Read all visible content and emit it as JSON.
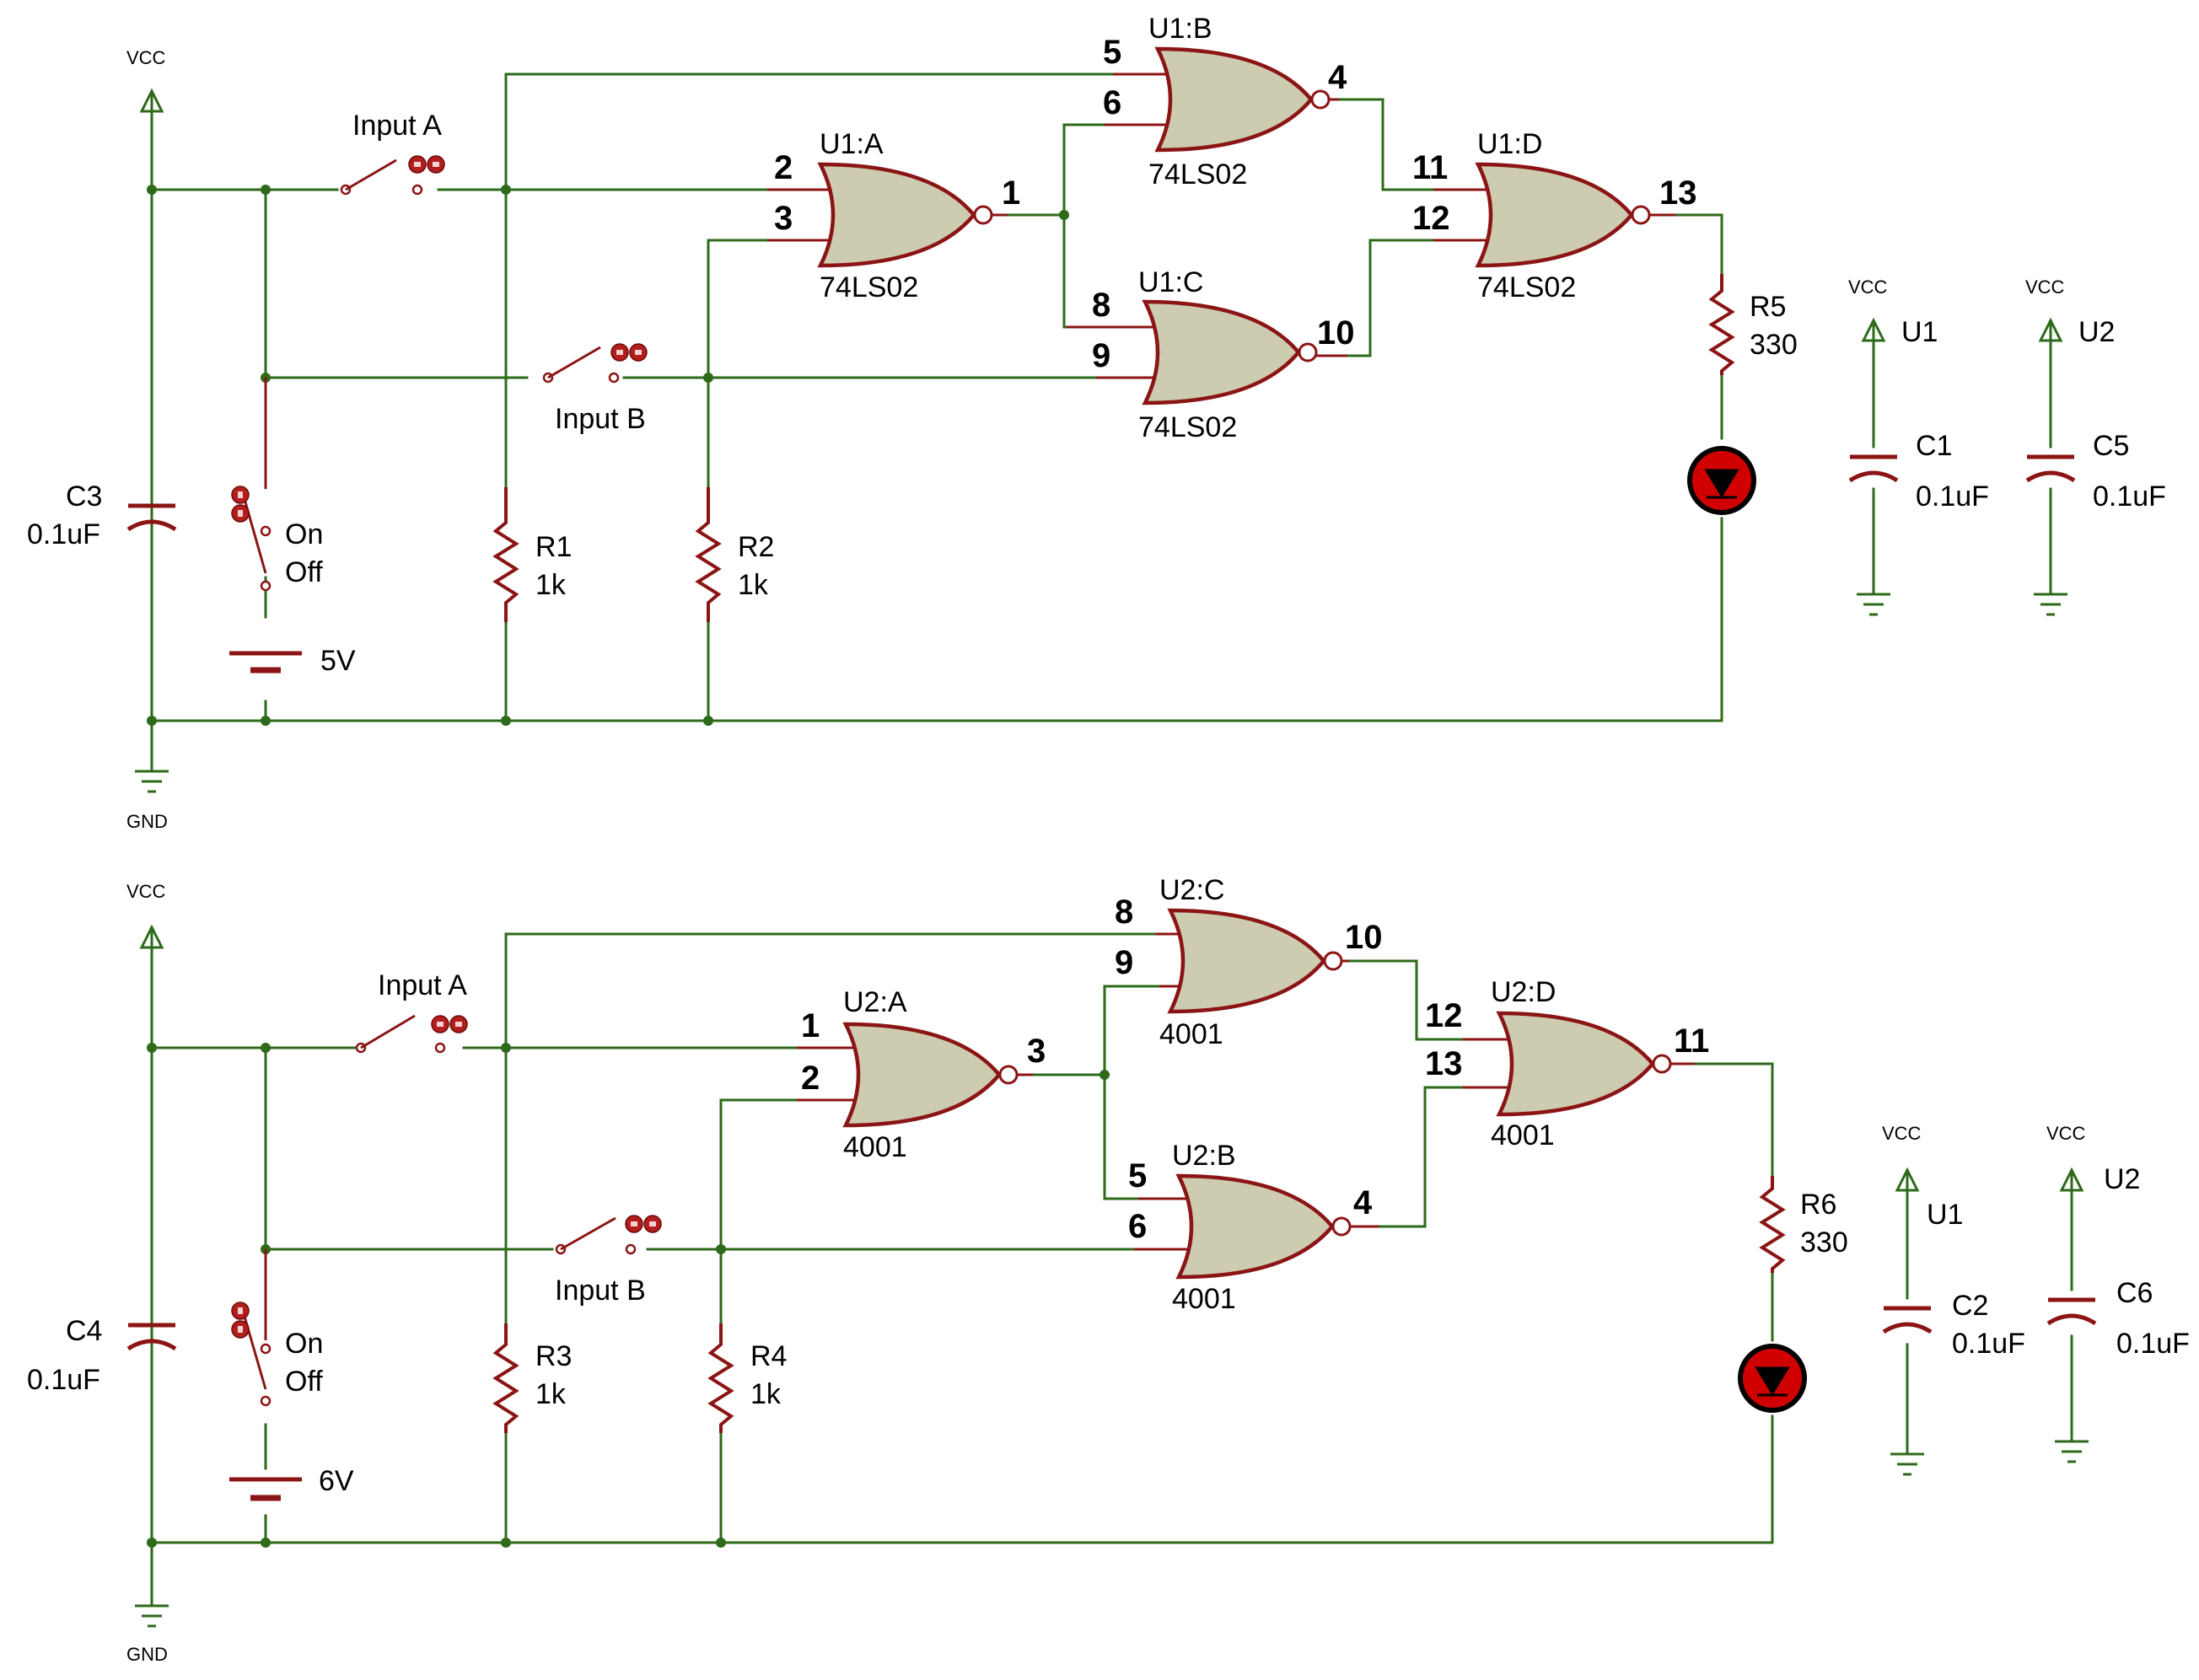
{
  "labels": {
    "vcc": "VCC",
    "gnd": "GND",
    "input_a": "Input A",
    "input_b": "Input B",
    "on": "On",
    "off": "Off"
  },
  "top_circuit": {
    "gates": [
      {
        "ref": "U1:A",
        "part": "74LS02",
        "pins": [
          "2",
          "3",
          "1"
        ]
      },
      {
        "ref": "U1:B",
        "part": "74LS02",
        "pins": [
          "5",
          "6",
          "4"
        ]
      },
      {
        "ref": "U1:C",
        "part": "74LS02",
        "pins": [
          "8",
          "9",
          "10"
        ]
      },
      {
        "ref": "U1:D",
        "part": "74LS02",
        "pins": [
          "11",
          "12",
          "13"
        ]
      }
    ],
    "battery": {
      "value": "5V"
    },
    "c_main": {
      "ref": "C3",
      "value": "0.1uF"
    },
    "r_a": {
      "ref": "R1",
      "value": "1k"
    },
    "r_b": {
      "ref": "R2",
      "value": "1k"
    },
    "r_out": {
      "ref": "R5",
      "value": "330"
    },
    "decoupling": [
      {
        "ref": "C1",
        "value": "0.1uF",
        "supply": "U1"
      },
      {
        "ref": "C5",
        "value": "0.1uF",
        "supply": "U2"
      }
    ]
  },
  "bottom_circuit": {
    "gates": [
      {
        "ref": "U2:A",
        "part": "4001",
        "pins": [
          "1",
          "2",
          "3"
        ]
      },
      {
        "ref": "U2:C",
        "part": "4001",
        "pins": [
          "8",
          "9",
          "10"
        ]
      },
      {
        "ref": "U2:B",
        "part": "4001",
        "pins": [
          "5",
          "6",
          "4"
        ]
      },
      {
        "ref": "U2:D",
        "part": "4001",
        "pins": [
          "12",
          "13",
          "11"
        ]
      }
    ],
    "battery": {
      "value": "6V"
    },
    "c_main": {
      "ref": "C4",
      "value": "0.1uF"
    },
    "r_a": {
      "ref": "R3",
      "value": "1k"
    },
    "r_b": {
      "ref": "R4",
      "value": "1k"
    },
    "r_out": {
      "ref": "R6",
      "value": "330"
    },
    "decoupling": [
      {
        "ref": "C2",
        "value": "0.1uF",
        "supply": "U1"
      },
      {
        "ref": "C6",
        "value": "0.1uF",
        "supply": "U2"
      }
    ]
  }
}
